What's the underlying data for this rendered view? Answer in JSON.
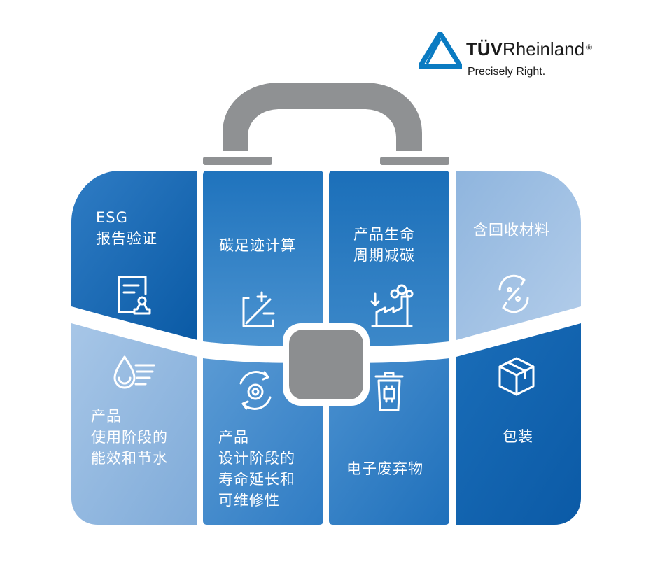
{
  "logo": {
    "brand_prefix": "TÜV",
    "brand_suffix": "Rheinland",
    "registered": "®",
    "tagline": "Precisely Right.",
    "color": "#0a7bc2"
  },
  "tiles": [
    {
      "id": "esg",
      "lines": [
        "ESG",
        "报告验证"
      ],
      "icon": "report-stamp-icon"
    },
    {
      "id": "carbon-footprint",
      "lines": [
        "碳足迹计算"
      ],
      "icon": "plus-minus-chart-icon"
    },
    {
      "id": "lifecycle",
      "lines": [
        "产品生命",
        "周期减碳"
      ],
      "icon": "factory-emission-icon"
    },
    {
      "id": "recycled",
      "lines": [
        "含回收材料"
      ],
      "icon": "recycle-percent-icon"
    },
    {
      "id": "energy-water",
      "lines": [
        "产品",
        "使用阶段的",
        "能效和节水"
      ],
      "icon": "water-drop-icon"
    },
    {
      "id": "design-life",
      "lines": [
        "产品",
        "设计阶段的",
        "寿命延长和",
        "可维修性"
      ],
      "icon": "gear-refresh-icon"
    },
    {
      "id": "e-waste",
      "lines": [
        "电子废弃物"
      ],
      "icon": "chip-bin-icon"
    },
    {
      "id": "packaging",
      "lines": [
        "包装"
      ],
      "icon": "package-box-icon"
    }
  ],
  "colors": {
    "dark_blue": "#0d63ad",
    "mid_blue": "#3d89cb",
    "light_blue": "#a4c4e6",
    "handle_gray": "#8f9193",
    "center_gray": "#8c8e90"
  }
}
